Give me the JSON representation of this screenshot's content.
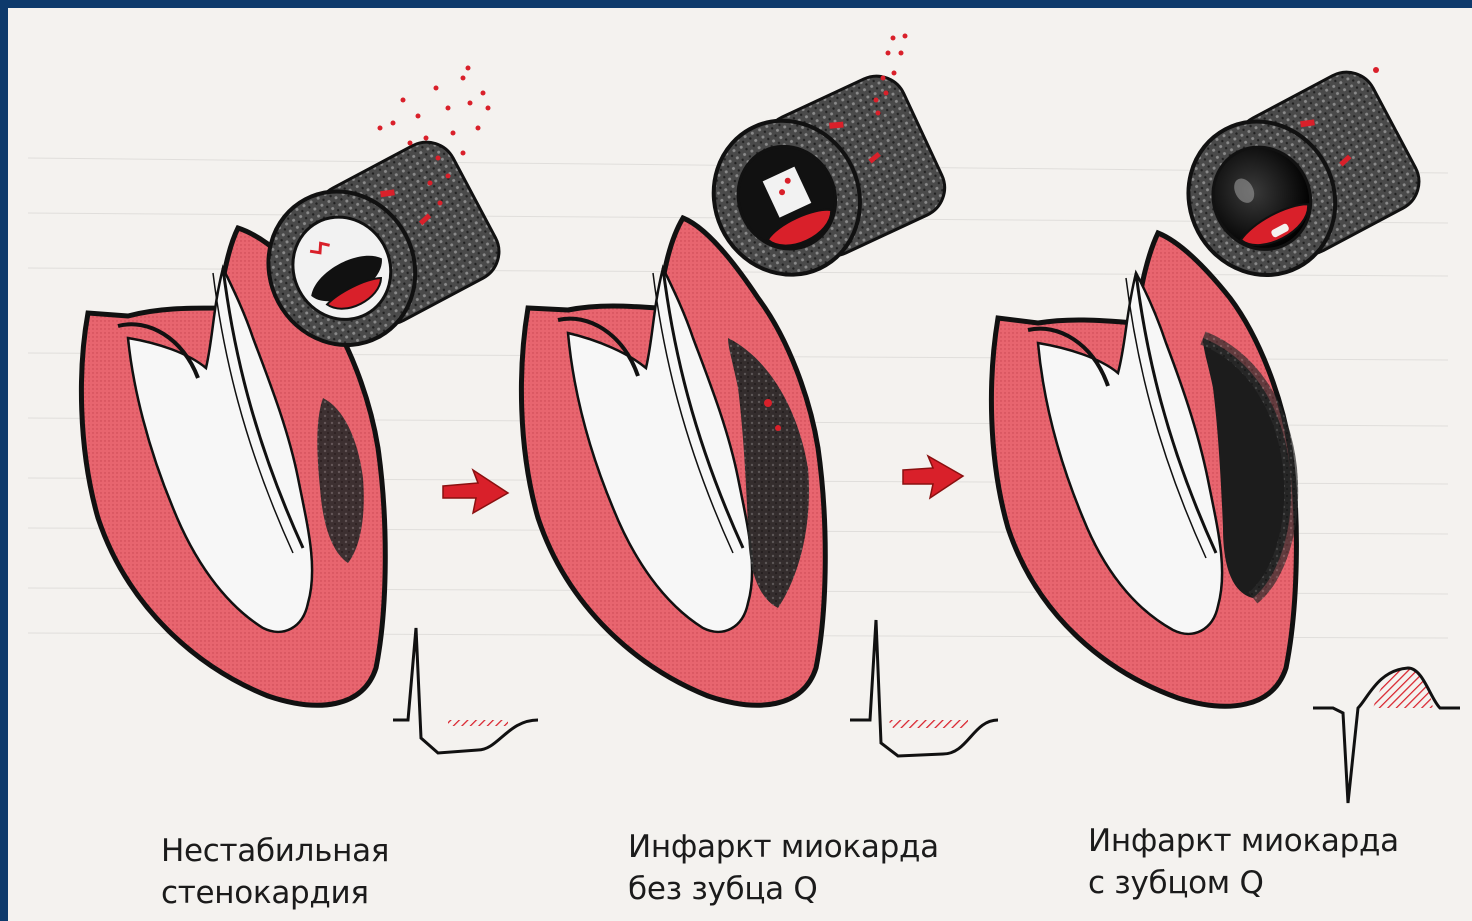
{
  "stages": [
    {
      "caption_line1": "Нестабильная",
      "caption_line2": "стенокардия"
    },
    {
      "caption_line1": "Инфаркт миокарда",
      "caption_line2": "без зубца Q"
    },
    {
      "caption_line1": "Инфаркт миокарда",
      "caption_line2": "с зубцом Q"
    }
  ],
  "colors": {
    "frame": "#0e3a6c",
    "paper": "#f4f2ef",
    "myocardium": "#e8656f",
    "necrosis": "#1c1c1c",
    "thrombus": "#d9202a"
  }
}
